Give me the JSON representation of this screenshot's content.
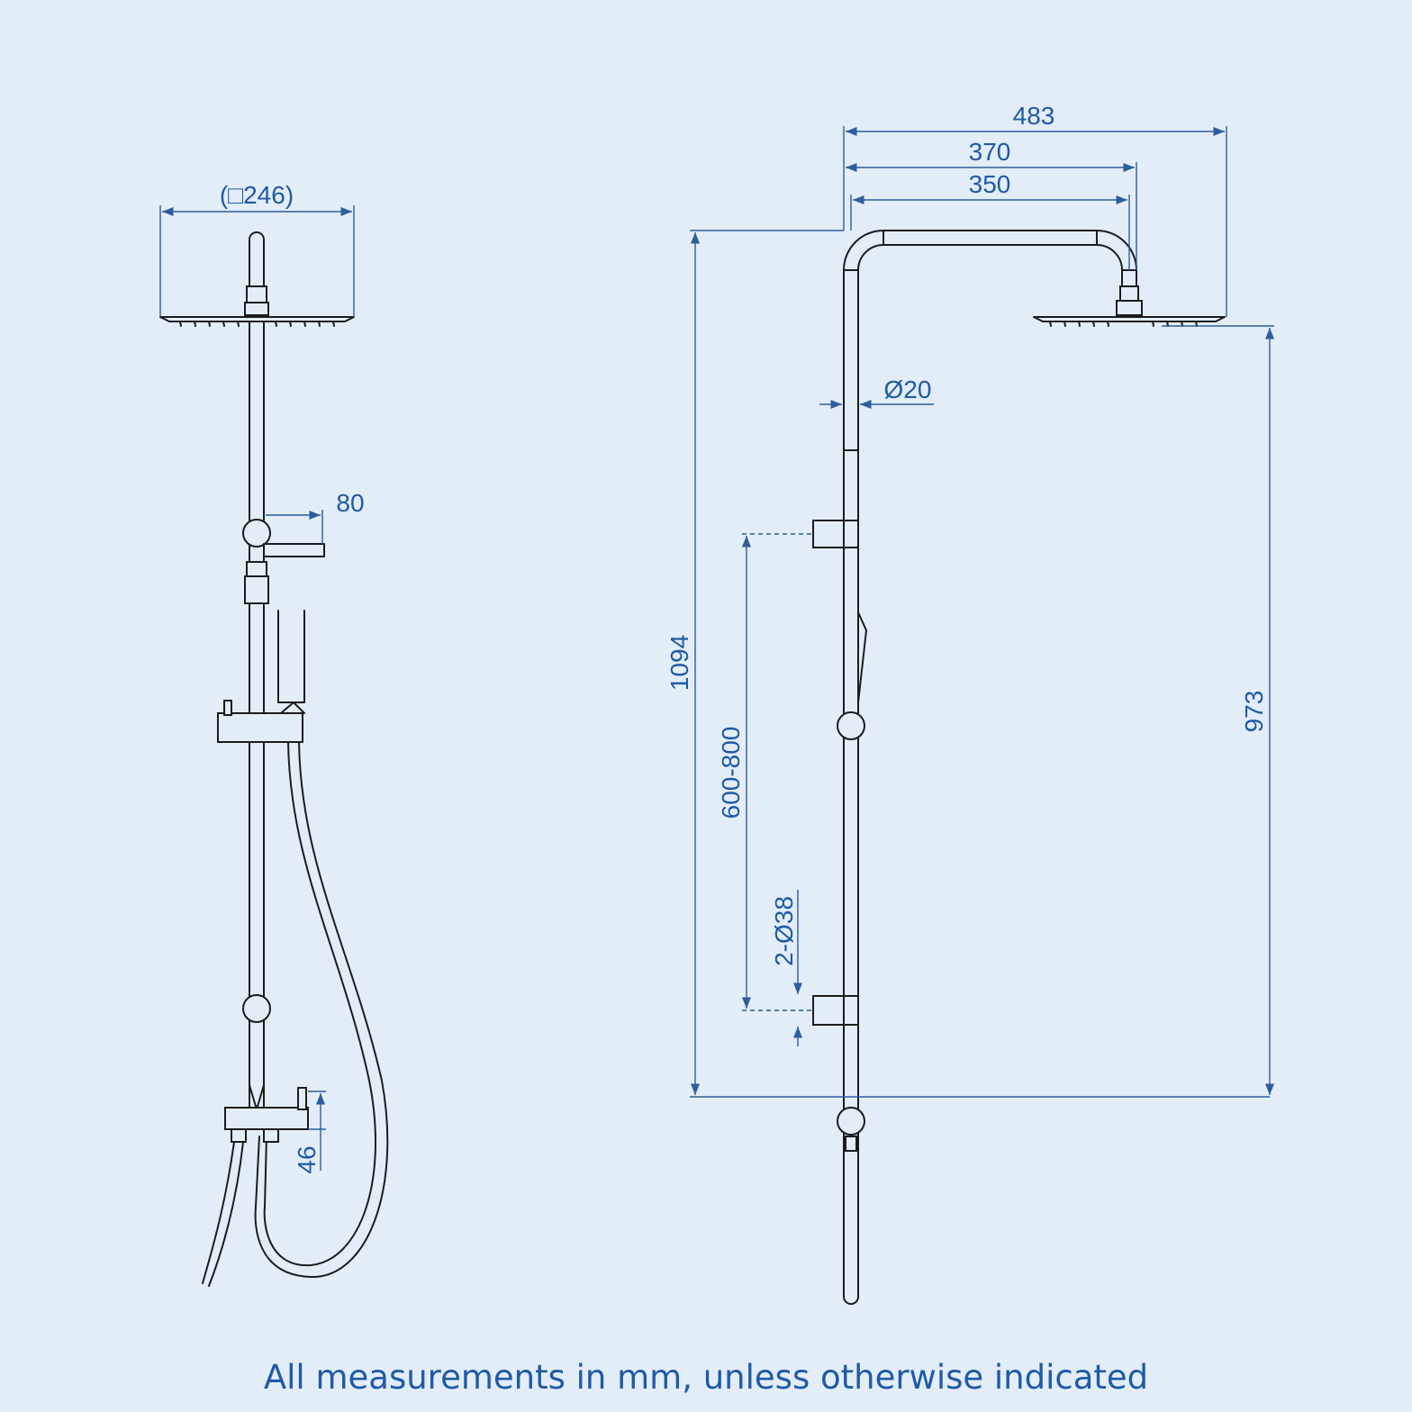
{
  "dimensions": {
    "head_size": "(□246)",
    "arm_projection": "80",
    "valve_height": "46",
    "arm_width_outer": "483",
    "arm_width_mid": "370",
    "arm_width_inner": "350",
    "pipe_diameter": "Ø20",
    "total_height": "1094",
    "bracket_spacing": "600-800",
    "bracket_diameter": "2-Ø38",
    "head_height": "973"
  },
  "caption": "All measurements in mm, unless otherwise indicated",
  "colors": {
    "background": "#e2edf8",
    "dimension": "#1f5aa6",
    "outline": "#1c1c1c"
  }
}
